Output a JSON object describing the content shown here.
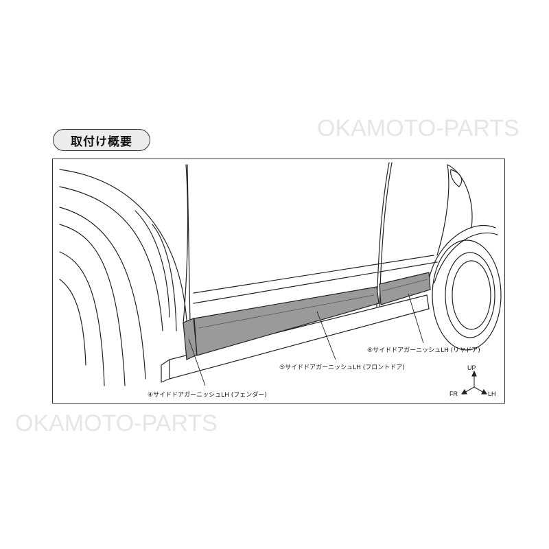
{
  "watermark": {
    "text": "OKAMOTO-PARTS"
  },
  "section_title": "取付け概要",
  "callouts": [
    {
      "id": "4",
      "label": "④サイドドアガーニッシュLH (フェンダー)"
    },
    {
      "id": "5",
      "label": "⑤サイドドアガーニッシュLH (フロントドア)"
    },
    {
      "id": "6",
      "label": "⑥サイドドアガーニッシュLH (リヤドア)"
    }
  ],
  "orientation": {
    "up": "UP",
    "front": "FR",
    "left": "LH"
  },
  "colors": {
    "line": "#222222",
    "garnish_fill": "#9a9a9a",
    "title_bg": "#ececec",
    "watermark": "#e6e6e6"
  }
}
